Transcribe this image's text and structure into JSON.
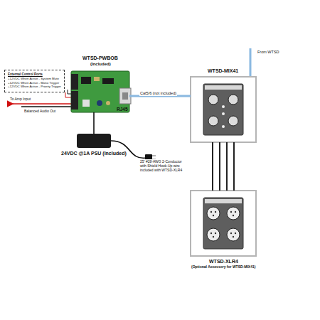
{
  "diagram": {
    "nodes": [
      {
        "text": [
          "External Control Ports",
          "+12VDC When Active - System Mute",
          "+12VDC When Active - Mono Trigger",
          "+12VDC When Active - Priority Trigger"
        ]
      },
      {
        "text": [
          "WTSD-PWBOB",
          "(Included)"
        ]
      },
      {
        "text": [
          "24VDC @1A PSU (Included)"
        ]
      },
      {
        "text": [
          "WTSD-MIX41"
        ]
      },
      {
        "text": [
          "WTSD-XLR4",
          "(Optional Accessory for WTSD-MIX41)"
        ]
      }
    ],
    "edges": [
      {
        "from": 1,
        "to": 3,
        "label": "Cat5/6 (not included)",
        "arrow": "none"
      },
      {
        "from": 2,
        "to": 1,
        "arrow": "none"
      },
      {
        "from": 3,
        "to": 4,
        "label": "25' #28-AWG 2-Conductor with Shield Hook-Up wire included with WTSD-XLR4",
        "arrow": "none"
      }
    ],
    "labels": [
      "RJ45",
      "To Amp Input",
      "Balanced Audio Out",
      "From WTSD"
    ]
  }
}
